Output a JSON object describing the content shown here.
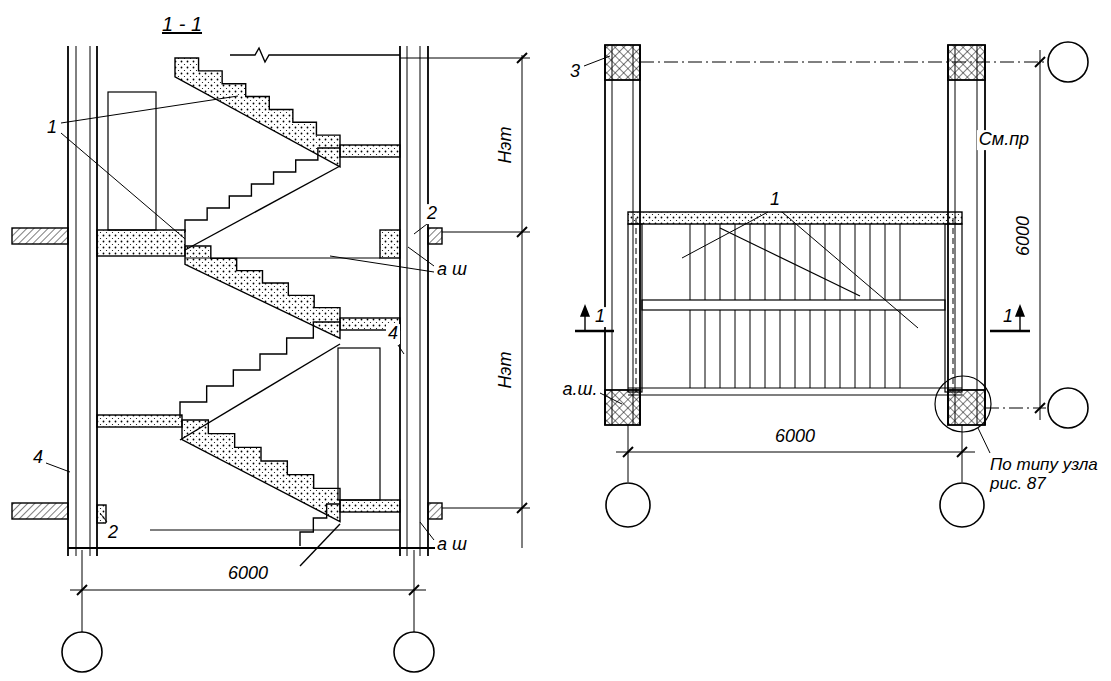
{
  "diagram": {
    "title": "1 - 1",
    "labels": [
      "1",
      "Нэт",
      "2",
      "а ш",
      "Нэт",
      "4",
      "4",
      "2",
      "а ш",
      "6000",
      "3",
      "1",
      "См.пр",
      "6000",
      "1",
      "1",
      "а.ш.",
      "6000",
      "По типу узла рис. 87"
    ]
  }
}
